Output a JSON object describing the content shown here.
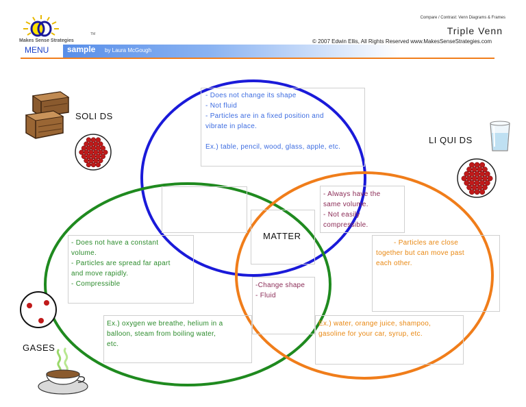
{
  "header": {
    "logo_text": "Makes Sense Strategies",
    "logo_tm": "TM",
    "top_right": "Compare / Contrast: Venn Diagrams & Frames",
    "title": "Triple Venn",
    "copyright": "© 2007 Edwin Ellis, All Rights Reserved  www.MakesSenseStrategies.com",
    "menu": "MENU",
    "sample": "sample",
    "sample_by": "by Laura McGough"
  },
  "labels": {
    "solids": "SOLI DS",
    "liquids": "LI QUI DS",
    "gases": "GASES",
    "center": "MATTER"
  },
  "colors": {
    "solids_circle": "#1a1ad9",
    "gases_circle": "#1f8a1f",
    "liquids_circle": "#f07d1a",
    "blue_text": "#3b6be0",
    "green_text": "#2a8a2a",
    "orange_text": "#e8860f",
    "purple_text": "#8a2a55"
  },
  "boxes": {
    "solids_only": [
      "- Does not change its shape",
      "- Not fluid",
      "- Particles are in a fixed position and",
      "vibrate in place.",
      "",
      "Ex.) table, pencil, wood, glass, apple, etc."
    ],
    "liquid_solid": [
      "- Always have the",
      "same volume.",
      "- Not easily",
      "compressible."
    ],
    "gases_only": [
      "- Does not have a constant",
      "volume.",
      "- Particles are spread far apart",
      "and move rapidly.",
      "- Compressible"
    ],
    "gases_example": [
      "Ex.) oxygen we breathe, helium in a",
      "balloon, steam from boiling water,",
      "etc."
    ],
    "liquids_only": [
      "- Particles are close",
      "together but can move past",
      "each other."
    ],
    "liquids_example": [
      "Ex.) water, orange juice, shampoo,",
      "gasoline for your car, syrup, etc."
    ],
    "gas_liquid": [
      "-Change shape",
      "- Fluid"
    ]
  },
  "icons": {
    "logo": "venn-logo-icon",
    "solids_picture": "wooden-crates-icon",
    "solids_particles": "packed-particles-icon",
    "liquids_picture": "glass-of-water-icon",
    "liquids_particles": "close-particles-icon",
    "gases_particles": "spread-particles-icon",
    "gases_picture": "steaming-cup-icon"
  }
}
